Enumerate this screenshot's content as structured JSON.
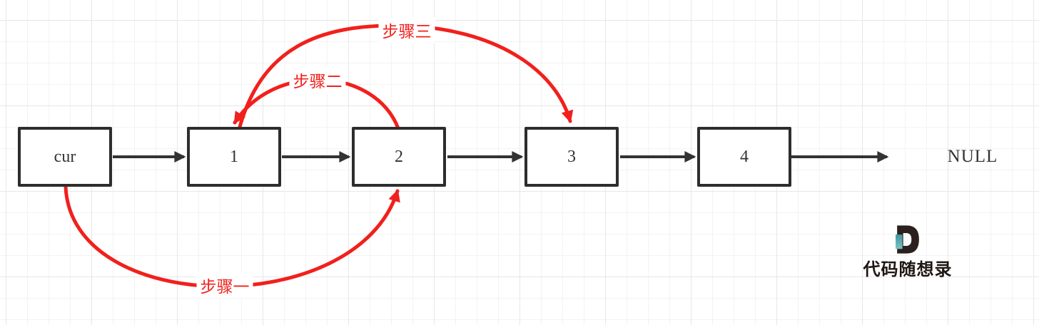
{
  "diagram": {
    "nodes": [
      {
        "label": "cur"
      },
      {
        "label": "1"
      },
      {
        "label": "2"
      },
      {
        "label": "3"
      },
      {
        "label": "4"
      }
    ],
    "terminal": "NULL",
    "steps": [
      {
        "label": "步骤一"
      },
      {
        "label": "步骤二"
      },
      {
        "label": "步骤三"
      }
    ]
  },
  "logo": {
    "mark": "D",
    "text": "代码随想录"
  },
  "colors": {
    "node_border": "#2d2d2d",
    "pointer_arrow": "#333333",
    "step_red": "#f1201c",
    "logo_dark": "#2a211e",
    "logo_teal": "#4aa0a6",
    "grid_major": "#e7e7e7",
    "grid_minor": "#f3f3f3"
  }
}
